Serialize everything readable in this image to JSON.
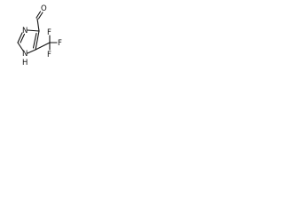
{
  "structure": {
    "atom_labels": {
      "aldehyde_oxygen": "O",
      "ring_nitrogen_top": "N",
      "ring_nitrogen_bottom": "N",
      "ring_nh_hydrogen": "H",
      "fluorine_top": "F",
      "fluorine_right": "F",
      "fluorine_bottom": "F"
    }
  },
  "colors": {
    "ink": "#111111",
    "background": "#ffffff"
  }
}
